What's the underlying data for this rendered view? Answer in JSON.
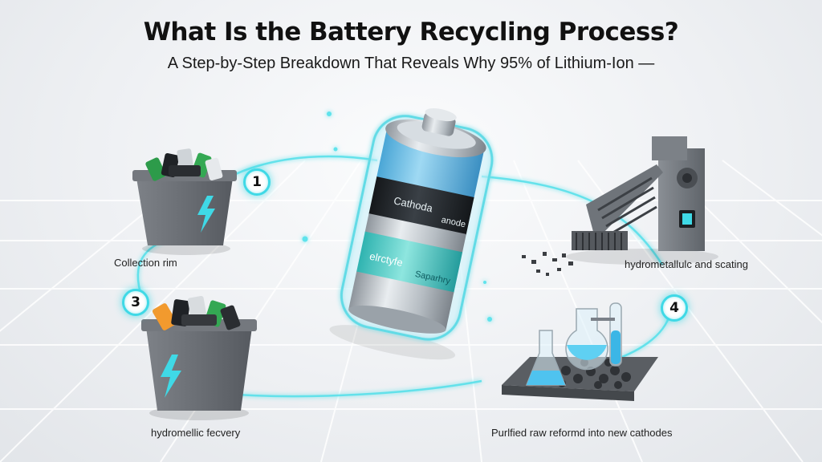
{
  "header": {
    "title": "What Is the Battery Recycling Process?",
    "subtitle": "A Step-by-Step Breakdown That Reveals Why 95% of Lithium-Ion —"
  },
  "steps": [
    {
      "number": "1",
      "label": "Collection rim"
    },
    {
      "number": "3",
      "label": "hydromellic fecvery"
    },
    {
      "number": "4",
      "label": "Purlfied raw reformd into new cathodes"
    }
  ],
  "shredder_label": "hydrometallulc and scating",
  "battery": {
    "band_labels": {
      "cathode": "Cathoda",
      "anode": "anode",
      "electrolyte": "elrctyfe",
      "separator": "Saparhry"
    }
  },
  "colors": {
    "accent": "#3fd9e6",
    "bin_gray": "#6b6f75",
    "battery_dark": "#1e2226",
    "battery_teal": "#3cc7c9"
  },
  "icons": [
    "battery-bin-icon",
    "lightning-bolt-icon",
    "shredder-machine-icon",
    "lab-flask-icon",
    "recycling-loop-icon"
  ]
}
